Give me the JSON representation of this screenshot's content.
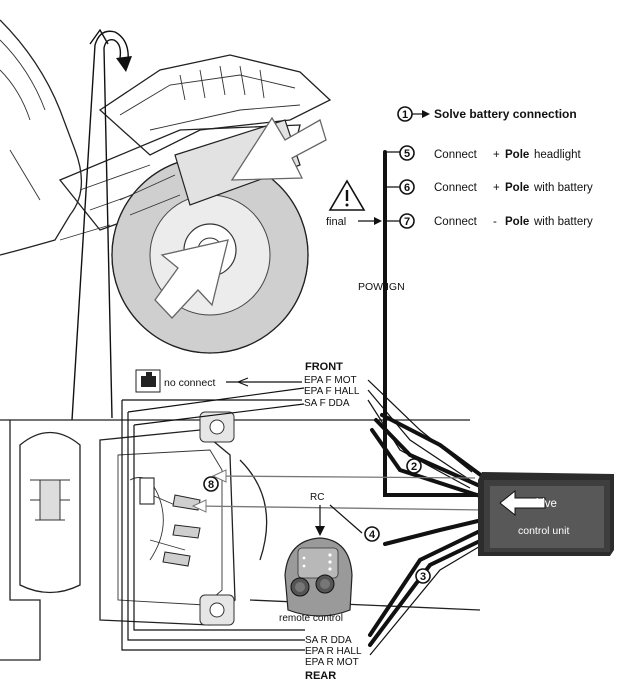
{
  "steps": {
    "step1": {
      "number": "1",
      "text": "Solve battery connection"
    },
    "step5": {
      "number": "5",
      "connect": "Connect",
      "sign": "+",
      "pole": "Pole",
      "rest": "headlight"
    },
    "step6": {
      "number": "6",
      "connect": "Connect",
      "sign": "+",
      "pole": "Pole",
      "rest": "with battery"
    },
    "step7": {
      "number": "7",
      "connect": "Connect",
      "sign": "-",
      "pole": "Pole",
      "rest": "with battery"
    }
  },
  "warning": {
    "final_label": "final",
    "icon": "warning-triangle-icon"
  },
  "pow_ign": "POW IGN",
  "front": {
    "title": "FRONT",
    "lines": [
      "EPA F MOT",
      "EPA F HALL",
      "SA F DDA"
    ],
    "no_connect": "no connect"
  },
  "rear": {
    "title": "REAR",
    "lines": [
      "SA R DDA",
      "EPA R HALL",
      "EPA R MOT"
    ]
  },
  "rc": {
    "label": "RC",
    "remote_caption": "remote control"
  },
  "control_unit": {
    "drive": "drive",
    "caption": "control unit"
  },
  "callouts": {
    "c2": "2",
    "c3": "3",
    "c4": "4",
    "c8": "8"
  }
}
